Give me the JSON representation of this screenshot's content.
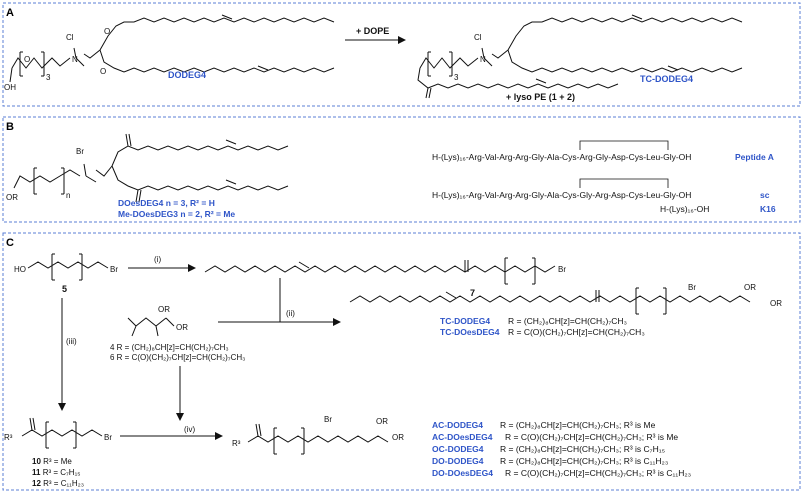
{
  "panels": {
    "A": {
      "letter": "A",
      "reactant_name": "DODEG4",
      "reagent": "+ DOPE",
      "product_name": "TC-DODEG4",
      "byproduct": "+ lyso PE (1 + 2)",
      "chloride": "Cl",
      "nplus": "N",
      "repeat": "3",
      "oh": "OH",
      "o_atom": "O"
    },
    "B": {
      "letter": "B",
      "bromide": "Br",
      "n_label": "n",
      "r2": "OR",
      "compound_1": "DOesDEG4 n = 3, R² = H",
      "compound_2": "Me-DOesDEG3 n = 2, R² = Me",
      "peptides": [
        {
          "sequence": "H-(Lys)₁₆-Arg-Val-Arg-Arg-Gly-Ala-Cys-Arg-Gly-Asp-Cys-Leu-Gly-OH",
          "name": "Peptide A"
        },
        {
          "sequence": "H-(Lys)₁₆-Arg-Val-Arg-Arg-Gly-Ala-Cys-Gly-Arg-Asp-Cys-Leu-Gly-OH",
          "name": "sc"
        },
        {
          "sequence": "H-(Lys)₁₆-OH",
          "name": "K16"
        }
      ]
    },
    "C": {
      "letter": "C",
      "cmpd5": "5",
      "cmpd7": "7",
      "step_i": "(i)",
      "step_ii": "(ii)",
      "step_iii": "(iii)",
      "step_iv": "(iv)",
      "ho": "HO",
      "br": "Br",
      "or": "OR",
      "r3": "R³",
      "def_4": "4 R = (CH₂)₈CH[z]=CH(CH₂)₇CH₃",
      "def_6": "6 R = C(O)(CH₂)₇CH[z]=CH(CH₂)₇CH₃",
      "tc_products": [
        {
          "name": "TC-DODEG4",
          "def": "R = (CH₂)₈CH[z]=CH(CH₂)₇CH₃"
        },
        {
          "name": "TC-DOesDEG4",
          "def": "R = C(O)(CH₂)₇CH[z]=CH(CH₂)₇CH₃"
        }
      ],
      "esters": [
        {
          "num": "10",
          "def": "R³ = Me"
        },
        {
          "num": "11",
          "def": "R³ = C₇H₁₅"
        },
        {
          "num": "12",
          "def": "R³ = C₁₁H₂₃"
        }
      ],
      "final_products": [
        {
          "name": "AC-DODEG4",
          "def": "R = (CH₂)₈CH[z]=CH(CH₂)₇CH₃; R³ is Me"
        },
        {
          "name": "AC-DOesDEG4",
          "def": "R = C(O)(CH₂)₇CH[z]=CH(CH₂)₇CH₃; R³ is Me"
        },
        {
          "name": "OC-DODEG4",
          "def": "R = (CH₂)₈CH[z]=CH(CH₂)₇CH₃; R³ is C₇H₁₅"
        },
        {
          "name": "DO-DODEG4",
          "def": "R = (CH₂)₈CH[z]=CH(CH₂)₇CH₃; R³ is C₁₁H₂₃"
        },
        {
          "name": "DO-DOesDEG4",
          "def": "R = C(O)(CH₂)₇CH[z]=CH(CH₂)₇CH₃; R³ is C₁₁H₂₃"
        }
      ]
    }
  },
  "colors": {
    "frame": "#5b7fd6",
    "accent": "#2f55c8"
  }
}
